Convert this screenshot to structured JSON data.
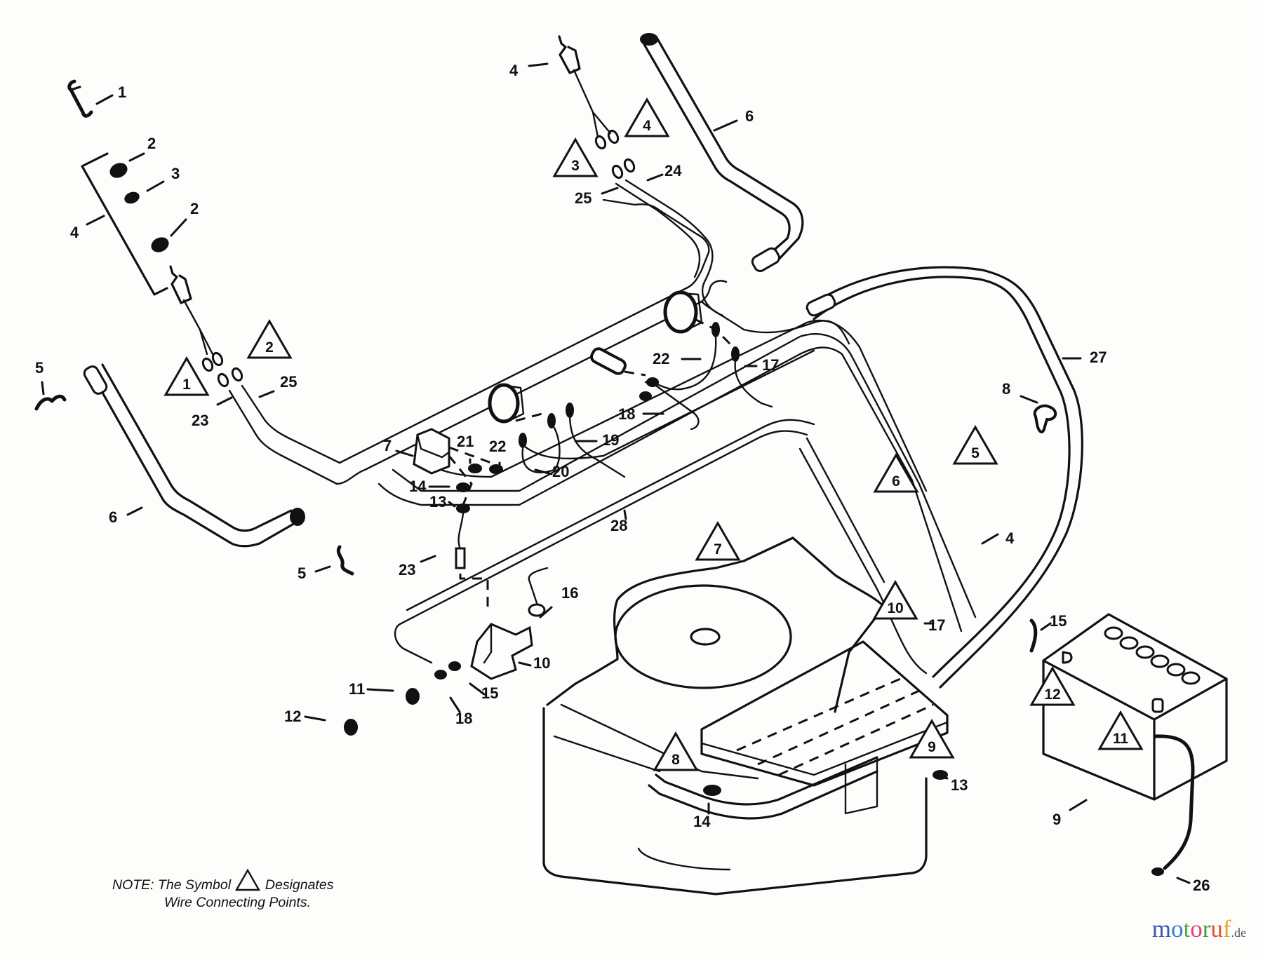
{
  "diagram": {
    "title": "Wiring harness parts diagram",
    "callouts": [
      {
        "id": "c1",
        "label": "1"
      },
      {
        "id": "c2a",
        "label": "2"
      },
      {
        "id": "c3",
        "label": "3"
      },
      {
        "id": "c2b",
        "label": "2"
      },
      {
        "id": "c4a",
        "label": "4"
      },
      {
        "id": "c5a",
        "label": "5"
      },
      {
        "id": "c23a",
        "label": "23"
      },
      {
        "id": "c25a",
        "label": "25"
      },
      {
        "id": "c6a",
        "label": "6"
      },
      {
        "id": "c5b",
        "label": "5"
      },
      {
        "id": "c4b",
        "label": "4"
      },
      {
        "id": "c24",
        "label": "24"
      },
      {
        "id": "c25b",
        "label": "25"
      },
      {
        "id": "c6b",
        "label": "6"
      },
      {
        "id": "c22a",
        "label": "22"
      },
      {
        "id": "c17a",
        "label": "17"
      },
      {
        "id": "c18a",
        "label": "18"
      },
      {
        "id": "c19",
        "label": "19"
      },
      {
        "id": "c7",
        "label": "7"
      },
      {
        "id": "c21",
        "label": "21"
      },
      {
        "id": "c22b",
        "label": "22"
      },
      {
        "id": "c20",
        "label": "20"
      },
      {
        "id": "c14a",
        "label": "14"
      },
      {
        "id": "c13a",
        "label": "13"
      },
      {
        "id": "c28",
        "label": "28"
      },
      {
        "id": "c23b",
        "label": "23"
      },
      {
        "id": "c16",
        "label": "16"
      },
      {
        "id": "c10",
        "label": "10"
      },
      {
        "id": "c15a",
        "label": "15"
      },
      {
        "id": "c11",
        "label": "11"
      },
      {
        "id": "c18b",
        "label": "18"
      },
      {
        "id": "c12",
        "label": "12"
      },
      {
        "id": "c27",
        "label": "27"
      },
      {
        "id": "c8",
        "label": "8"
      },
      {
        "id": "c4c",
        "label": "4"
      },
      {
        "id": "c17b",
        "label": "17"
      },
      {
        "id": "c15b",
        "label": "15"
      },
      {
        "id": "c13b",
        "label": "13"
      },
      {
        "id": "c14b",
        "label": "14"
      },
      {
        "id": "c9",
        "label": "9"
      },
      {
        "id": "c26",
        "label": "26"
      }
    ],
    "connection_points": [
      {
        "id": "t1",
        "label": "1"
      },
      {
        "id": "t2",
        "label": "2"
      },
      {
        "id": "t3",
        "label": "3"
      },
      {
        "id": "t4",
        "label": "4"
      },
      {
        "id": "t5",
        "label": "5"
      },
      {
        "id": "t6",
        "label": "6"
      },
      {
        "id": "t7",
        "label": "7"
      },
      {
        "id": "t8",
        "label": "8"
      },
      {
        "id": "t9",
        "label": "9"
      },
      {
        "id": "t10",
        "label": "10"
      },
      {
        "id": "t11",
        "label": "11"
      },
      {
        "id": "t12",
        "label": "12"
      }
    ]
  },
  "note": {
    "prefix": "NOTE: The Symbol",
    "suffix": "Designates",
    "line2": "Wire Connecting Points."
  },
  "brand": {
    "letters": [
      {
        "ch": "m",
        "color": "#3b5aa8"
      },
      {
        "ch": "o",
        "color": "#3b7ec9"
      },
      {
        "ch": "t",
        "color": "#5aa04a"
      },
      {
        "ch": "o",
        "color": "#d9447a"
      },
      {
        "ch": "r",
        "color": "#3f9a4a"
      },
      {
        "ch": "u",
        "color": "#e0502a"
      },
      {
        "ch": "f",
        "color": "#e8a428"
      }
    ],
    "suffix": ".de"
  }
}
